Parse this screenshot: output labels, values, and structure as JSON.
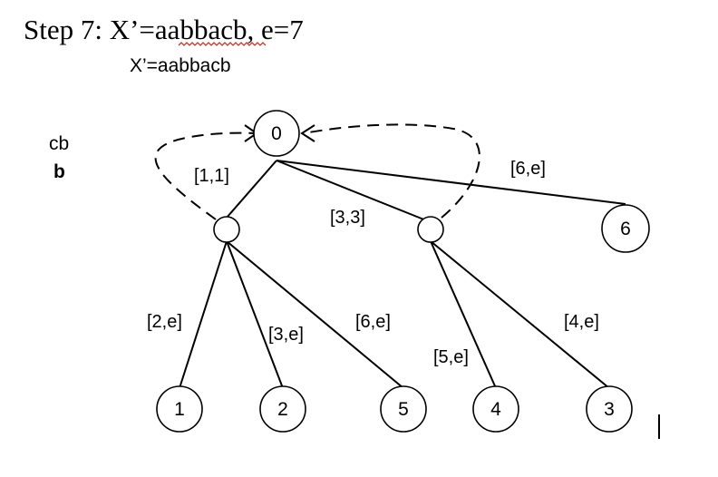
{
  "heading": {
    "title": "Step 7: X’=aabbacb, e=7",
    "subtitle": "X’=aabbacb",
    "squiggle_color": "#c0392b"
  },
  "side_labels": {
    "line1": "cb",
    "line2": "b"
  },
  "nodes": {
    "root": {
      "label": "0"
    },
    "internal_a": {
      "label": ""
    },
    "internal_b": {
      "label": ""
    },
    "leaf_6": {
      "label": "6"
    },
    "leaf_1": {
      "label": "1"
    },
    "leaf_2": {
      "label": "2"
    },
    "leaf_5": {
      "label": "5"
    },
    "leaf_4": {
      "label": "4"
    },
    "leaf_3": {
      "label": "3"
    }
  },
  "edges": {
    "root_internal_a": {
      "label": "[1,1]"
    },
    "root_internal_b": {
      "label": "[3,3]"
    },
    "root_leaf_6": {
      "label": "[6,e]"
    },
    "internal_a_leaf_1": {
      "label": "[2,e]"
    },
    "internal_a_leaf_2": {
      "label": "[3,e]"
    },
    "internal_a_leaf_5": {
      "label": "[6,e]"
    },
    "internal_b_leaf_4": {
      "label": "[5,e]"
    },
    "internal_b_leaf_3": {
      "label": "[4,e]"
    }
  },
  "suffix_links": [
    {
      "from": "internal_a",
      "to": "root",
      "style": "dashed"
    },
    {
      "from": "internal_b",
      "to": "root",
      "style": "dashed"
    }
  ]
}
